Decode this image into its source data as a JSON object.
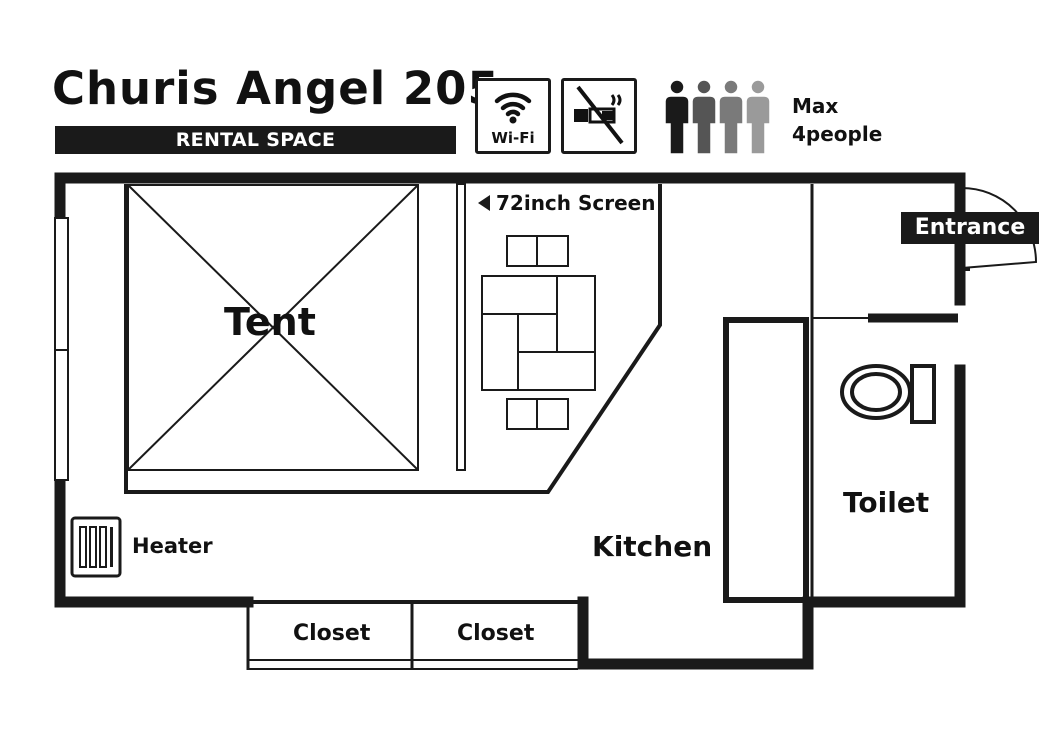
{
  "title": "Churis Angel 205",
  "subtitle": "RENTAL SPACE",
  "amenities": {
    "wifi_label": "Wi-Fi",
    "wifi_icon": "wifi-icon",
    "smoking_icon": "no-smoking-icon"
  },
  "capacity": {
    "line1": "Max",
    "line2": "4people",
    "people_colors": [
      "#1a1a1a",
      "#555555",
      "#7a7a7a",
      "#9a9a9a"
    ]
  },
  "rooms": {
    "tent": "Tent",
    "screen": "72inch Screen",
    "kitchen": "Kitchen",
    "toilet": "Toilet",
    "heater": "Heater",
    "closet_left": "Closet",
    "closet_right": "Closet",
    "entrance": "Entrance"
  }
}
